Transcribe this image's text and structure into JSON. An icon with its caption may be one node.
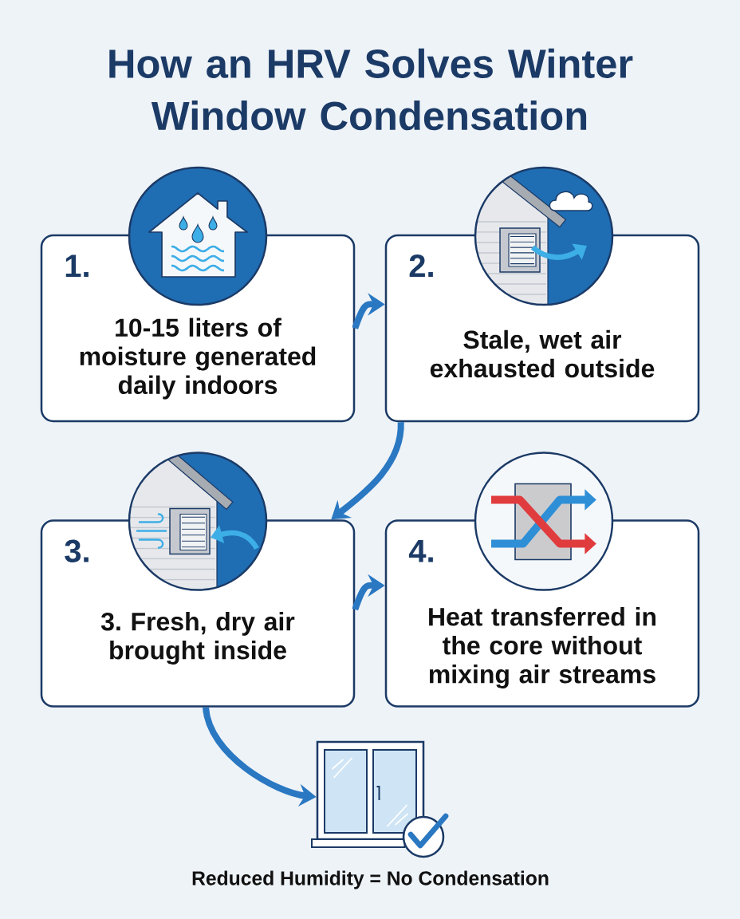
{
  "diagram": {
    "title": "How an HRV Solves Winter Window Condensation",
    "nodes": [
      {
        "text": [
          "1.",
          "10-15 liters of moisture generated daily indoors"
        ]
      },
      {
        "text": [
          "2.",
          "Stale, wet air exhausted outside"
        ]
      },
      {
        "text": [
          "3.",
          "3. Fresh, dry air brought inside"
        ]
      },
      {
        "text": [
          "4.",
          "Heat transferred in the core without mixing air streams"
        ]
      },
      {
        "text": [],
        "shape": "picture",
        "beside": [
          "Reduced Humidity = No Condensation"
        ]
      }
    ],
    "edges": [
      {
        "from": 0,
        "to": 1,
        "arrow": "to"
      },
      {
        "from": 1,
        "to": 2,
        "arrow": "to"
      },
      {
        "from": 2,
        "to": 3,
        "arrow": "to"
      },
      {
        "from": 2,
        "to": 4,
        "arrow": "to"
      }
    ]
  }
}
